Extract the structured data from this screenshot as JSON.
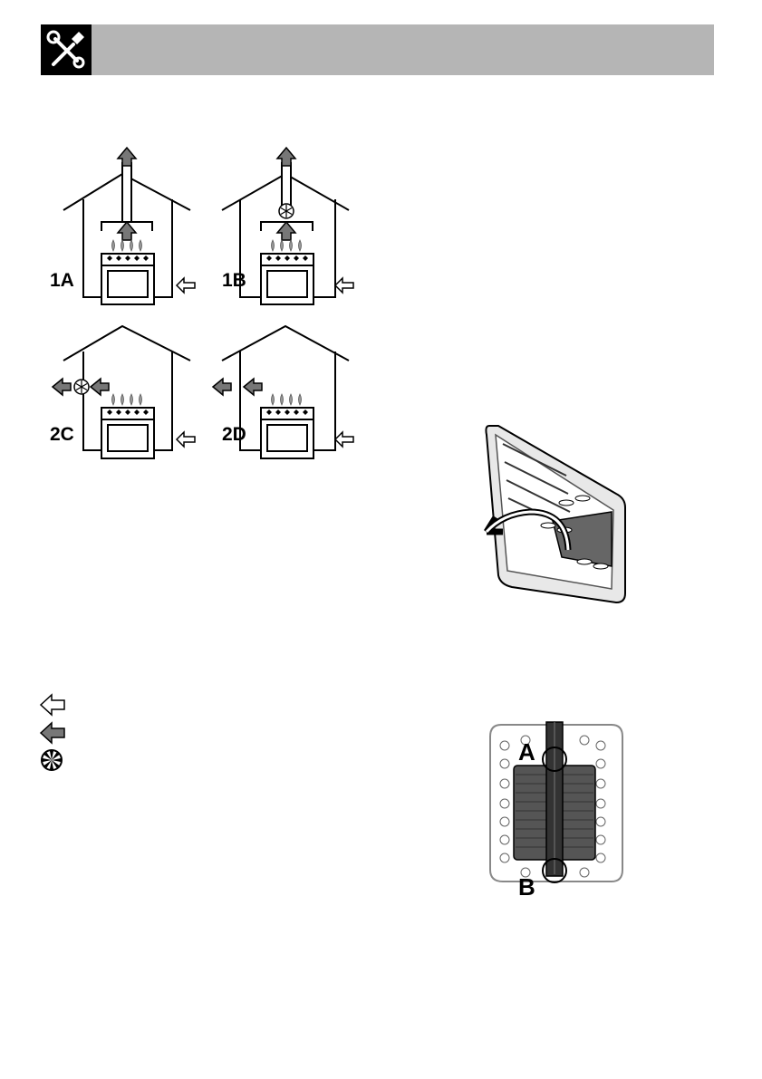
{
  "header": {
    "icon": "tools-icon",
    "color": "#b5b5b5"
  },
  "ventilation_diagrams": {
    "labels": [
      "1A",
      "1B",
      "2C",
      "2D"
    ]
  },
  "legend": {
    "icons": [
      "air-inlet-arrow-icon",
      "exhaust-arrow-icon",
      "extractor-fan-icon"
    ]
  },
  "door_diagram": {
    "icon": "oven-door-open-arrow-icon"
  },
  "tray_diagram": {
    "labels": [
      "A",
      "B"
    ]
  }
}
